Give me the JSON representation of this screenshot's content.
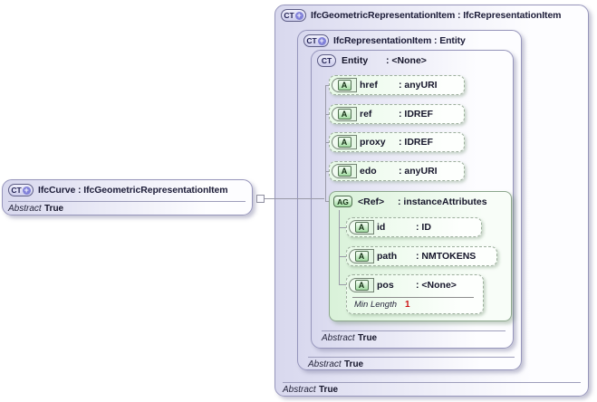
{
  "diagram": {
    "icons": {
      "complex_type": "CT",
      "plus": "+",
      "attribute": "A",
      "attribute_group": "AG"
    },
    "left_node": {
      "title": "IfcCurve : IfcGeometricRepresentationItem",
      "abstract_label": "Abstract",
      "abstract_value": "True"
    },
    "root_node": {
      "title": "IfcGeometricRepresentationItem : IfcRepresentationItem",
      "abstract_label": "Abstract",
      "abstract_value": "True"
    },
    "rep_node": {
      "title": "IfcRepresentationItem : Entity",
      "abstract_label": "Abstract",
      "abstract_value": "True"
    },
    "entity_node": {
      "name": "Entity",
      "type": ": <None>",
      "abstract_label": "Abstract",
      "abstract_value": "True",
      "attributes": [
        {
          "name": "href",
          "type": ": anyURI"
        },
        {
          "name": "ref",
          "type": ": IDREF"
        },
        {
          "name": "proxy",
          "type": ": IDREF"
        },
        {
          "name": "edo",
          "type": ": anyURI"
        }
      ],
      "attribute_group": {
        "name": "<Ref>",
        "type": ": instanceAttributes",
        "attributes": [
          {
            "name": "id",
            "type": ": ID"
          },
          {
            "name": "path",
            "type": ": NMTOKENS"
          },
          {
            "name": "pos",
            "type": ": <None>",
            "facet_label": "Min Length",
            "facet_value": "1"
          }
        ]
      }
    },
    "colors": {
      "lavender_fill": "#d8d8ee",
      "lavender_border": "#9695bb",
      "green_fill": "#d9f2d9",
      "green_border": "#8ca68c",
      "facet_value_red": "#cc1111",
      "accent_purple": "#8080d8"
    }
  }
}
